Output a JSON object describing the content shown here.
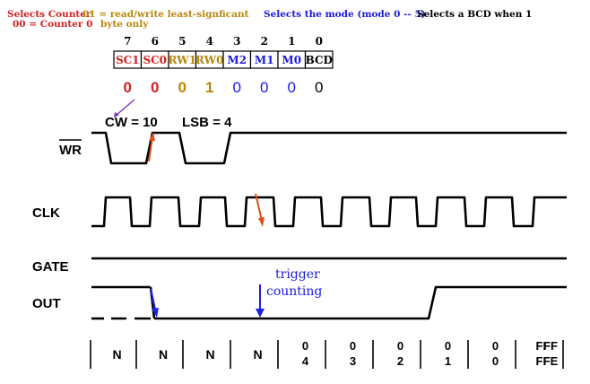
{
  "notes": {
    "sc_label_1": "Selects Counter",
    "sc_label_2": "00 = Counter 0",
    "rw_label_1": "01 = read/write least-signficant",
    "rw_label_2": "byte only",
    "mode_label": "Selects the mode (mode 0 -- 5)",
    "bcd_label": "Selects a BCD when 1"
  },
  "control_word": {
    "bit_numbers": [
      "7",
      "6",
      "5",
      "4",
      "3",
      "2",
      "1",
      "0"
    ],
    "fields": [
      "SC1",
      "SC0",
      "RW1",
      "RW0",
      "M2",
      "M1",
      "M0",
      "BCD"
    ],
    "values": [
      "0",
      "0",
      "0",
      "1",
      "0",
      "0",
      "0",
      "0"
    ],
    "field_colors": [
      "#d22020",
      "#d22020",
      "#b8860b",
      "#b8860b",
      "#1a1adb",
      "#1a1adb",
      "#1a1adb",
      "#000000"
    ]
  },
  "annotations": {
    "cw": "CW = 10",
    "lsb": "LSB = 4",
    "trigger_1": "trigger",
    "trigger_2": "counting"
  },
  "signals": {
    "wr": "WR",
    "clk": "CLK",
    "gate": "GATE",
    "out": "OUT"
  },
  "counter_values": [
    [
      "N"
    ],
    [
      "N"
    ],
    [
      "N"
    ],
    [
      "N"
    ],
    [
      "0",
      "4"
    ],
    [
      "0",
      "3"
    ],
    [
      "0",
      "2"
    ],
    [
      "0",
      "1"
    ],
    [
      "0",
      "0"
    ],
    [
      "FF",
      "FF"
    ],
    [
      "FF",
      "FE"
    ]
  ],
  "colors": {
    "sc": "#d22020",
    "rw": "#b8860b",
    "mode": "#1a1adb",
    "wr_arrow": "#e0501a",
    "out_arrow": "#2020e0",
    "pointer_arrow": "#7b2fbf"
  }
}
